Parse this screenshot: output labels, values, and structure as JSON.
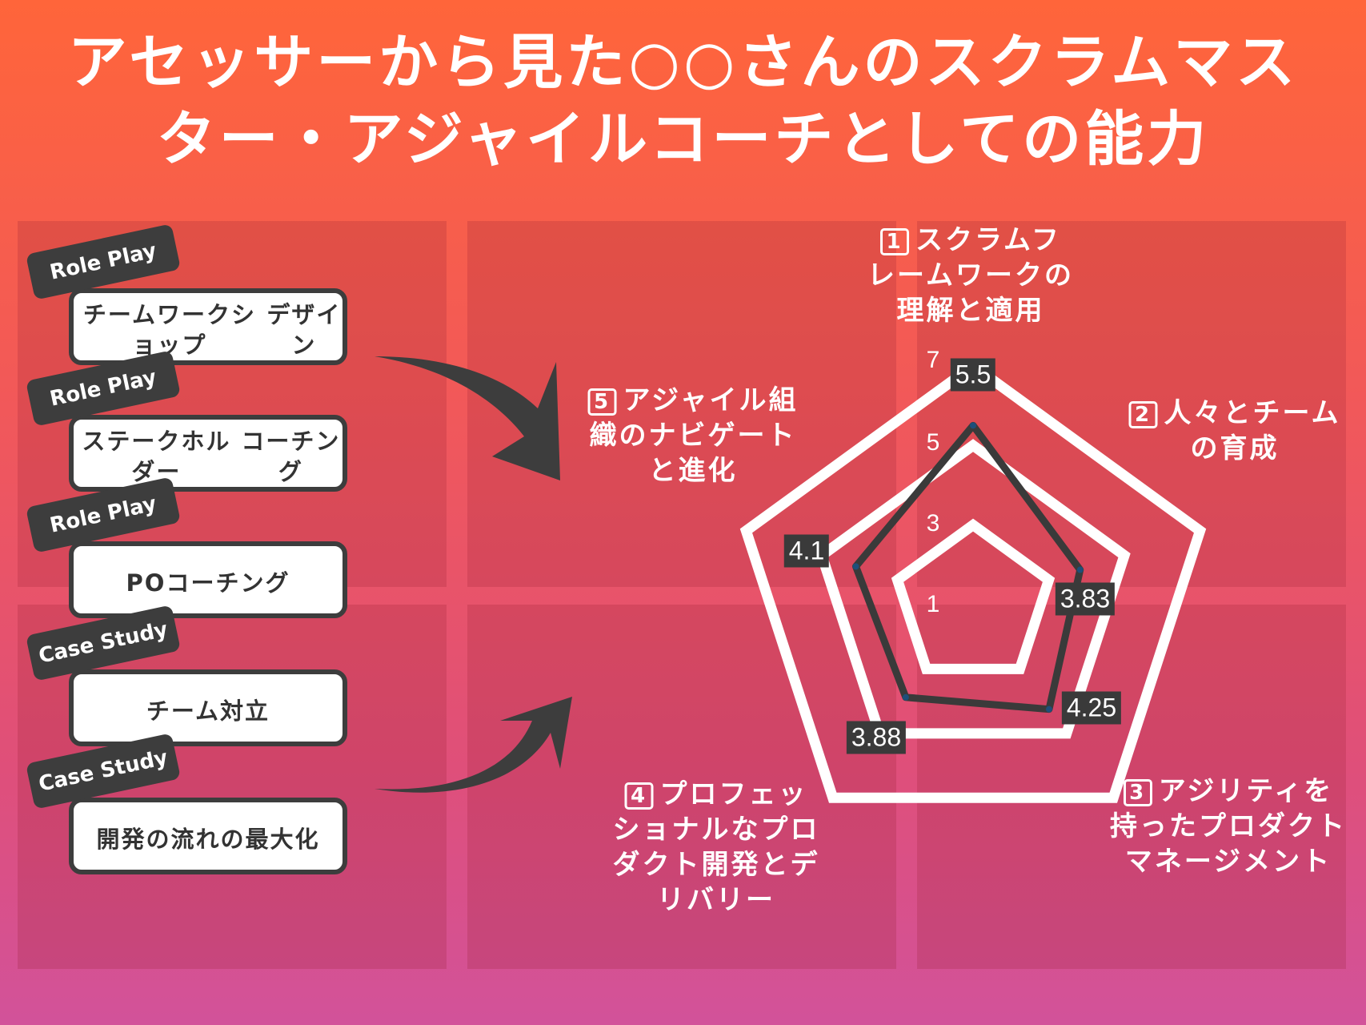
{
  "title": {
    "line1": "アセッサーから見た○○さんのスクラムマス",
    "line2": "ター・アジャイルコーチとしての能力"
  },
  "exercises": [
    {
      "tag": "Role Play",
      "lines": [
        "チームワークショップ",
        "デザイン"
      ]
    },
    {
      "tag": "Role Play",
      "lines": [
        "ステークホルダー",
        "コーチング"
      ]
    },
    {
      "tag": "Role Play",
      "lines": [
        "POコーチング"
      ]
    },
    {
      "tag": "Case Study",
      "lines": [
        "チーム対立"
      ]
    },
    {
      "tag": "Case Study",
      "lines": [
        "開発の流れの最大化"
      ]
    }
  ],
  "chart_data": {
    "type": "radar",
    "axes": [
      {
        "num": "1",
        "lines": [
          "スクラムフ",
          "レームワークの",
          "理解と適用"
        ]
      },
      {
        "num": "2",
        "lines": [
          "人々とチーム",
          "の育成"
        ]
      },
      {
        "num": "3",
        "lines": [
          "アジリティを",
          "持ったプロダクト",
          "マネージメント"
        ]
      },
      {
        "num": "4",
        "lines": [
          "プロフェッ",
          "ショナルなプロ",
          "ダクト開発とデ",
          "リバリー"
        ]
      },
      {
        "num": "5",
        "lines": [
          "アジャイル組",
          "織のナビゲート",
          "と進化"
        ]
      }
    ],
    "values": [
      5.5,
      3.83,
      4.25,
      3.88,
      4.1
    ],
    "value_labels": [
      "5.5",
      "3.83",
      "4.25",
      "3.88",
      "4.1"
    ],
    "range": [
      1,
      7
    ],
    "rings": [
      3,
      5,
      7
    ],
    "tick_labels": [
      "1",
      "3",
      "5",
      "7"
    ],
    "colors": {
      "series": "#3a3a3a",
      "grid": "#ffffff"
    }
  }
}
